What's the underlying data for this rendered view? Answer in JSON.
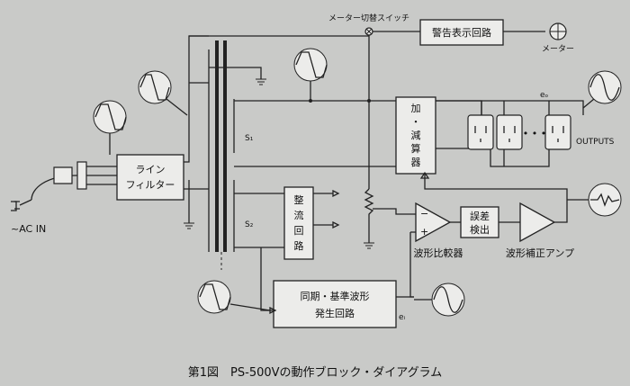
{
  "labels": {
    "meter_switch": "メーター切替スイッチ",
    "warning_circuit": "警告表示回路",
    "meter": "メーター",
    "line_filter_1": "ライン",
    "line_filter_2": "フィルター",
    "ac_in": "~AC IN",
    "s1": "S₁",
    "s2": "S₂",
    "rectifier": [
      "整",
      "流",
      "回",
      "路"
    ],
    "add_sub": [
      "加",
      "・",
      "減",
      "算",
      "器"
    ],
    "eo": "eₒ",
    "ei": "eᵢ",
    "outputs": "OUTPUTS",
    "error_detect_1": "誤差",
    "error_detect_2": "検出",
    "waveform_comparator": "波形比較器",
    "correction_amp": "波形補正アンプ",
    "sync_gen_1": "同期・基準波形",
    "sync_gen_2": "発生回路",
    "minus": "−",
    "plus": "+",
    "dots": "•  •  •",
    "caption": "第1図　PS-500Vの動作ブロック・ダイアグラム"
  }
}
